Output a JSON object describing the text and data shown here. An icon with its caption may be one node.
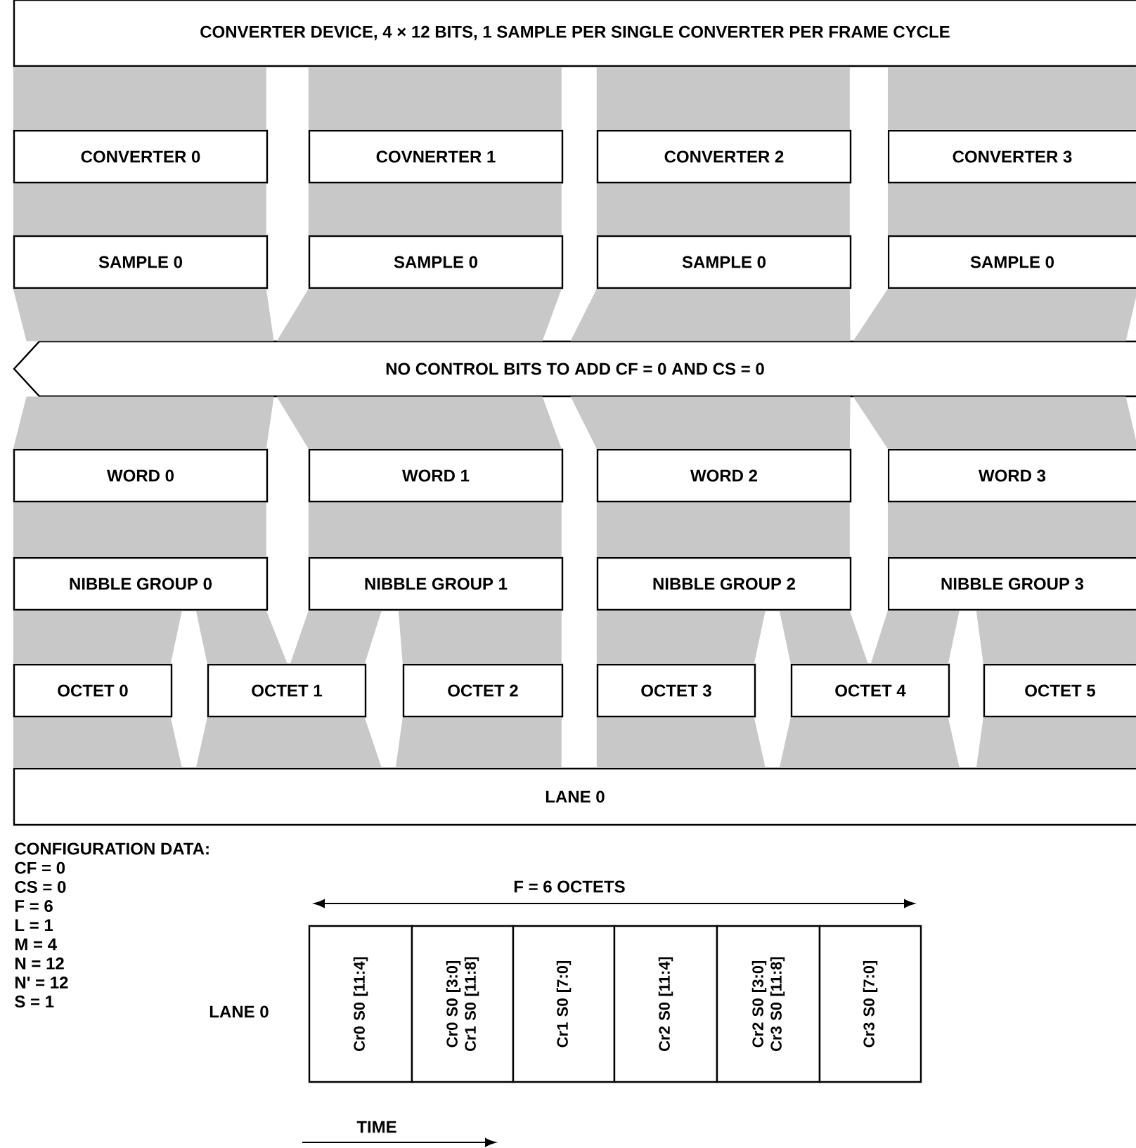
{
  "diagram": {
    "nodes": [
      {
        "text": [
          "CONVERTER DEVICE, 4 × 12 BITS, 1 SAMPLE PER SINGLE CONVERTER PER FRAME CYCLE"
        ]
      },
      {
        "text": [
          "CONVERTER 0"
        ]
      },
      {
        "text": [
          "COVNERTER 1"
        ]
      },
      {
        "text": [
          "CONVERTER 2"
        ]
      },
      {
        "text": [
          "CONVERTER 3"
        ]
      },
      {
        "text": [
          "SAMPLE 0"
        ]
      },
      {
        "text": [
          "SAMPLE 0"
        ]
      },
      {
        "text": [
          "SAMPLE 0"
        ]
      },
      {
        "text": [
          "SAMPLE 0"
        ]
      },
      {
        "text": [
          "NO CONTROL BITS TO ADD CF = 0 AND CS = 0"
        ]
      },
      {
        "text": [
          "WORD 0"
        ]
      },
      {
        "text": [
          "WORD 1"
        ]
      },
      {
        "text": [
          "WORD 2"
        ]
      },
      {
        "text": [
          "WORD 3"
        ]
      },
      {
        "text": [
          "NIBBLE GROUP 0"
        ]
      },
      {
        "text": [
          "NIBBLE GROUP 1"
        ]
      },
      {
        "text": [
          "NIBBLE GROUP 2"
        ]
      },
      {
        "text": [
          "NIBBLE GROUP 3"
        ]
      },
      {
        "text": [
          "OCTET 0"
        ]
      },
      {
        "text": [
          "OCTET 1"
        ]
      },
      {
        "text": [
          "OCTET 2"
        ]
      },
      {
        "text": [
          "OCTET 3"
        ]
      },
      {
        "text": [
          "OCTET 4"
        ]
      },
      {
        "text": [
          "OCTET 5"
        ]
      },
      {
        "text": [
          "LANE 0"
        ]
      },
      {
        "text": [
          "Cr0 S0 [11:4]"
        ]
      },
      {
        "text": [
          "Cr0 S0 [3:0] Cr1 S0 [11:8]"
        ]
      },
      {
        "text": [
          "Cr1 S0 [7:0]"
        ]
      },
      {
        "text": [
          "Cr2 S0 [11:4]"
        ]
      },
      {
        "text": [
          "Cr2 S0 [3:0] Cr3 S0 [11:8]"
        ]
      },
      {
        "text": [
          "Cr3 S0 [7:0]"
        ]
      }
    ],
    "edges": [
      {
        "from": 0,
        "to": 1,
        "arrow": "none"
      },
      {
        "from": 0,
        "to": 2,
        "arrow": "none"
      },
      {
        "from": 0,
        "to": 3,
        "arrow": "none"
      },
      {
        "from": 0,
        "to": 4,
        "arrow": "none"
      },
      {
        "from": 1,
        "to": 5,
        "arrow": "none"
      },
      {
        "from": 2,
        "to": 6,
        "arrow": "none"
      },
      {
        "from": 3,
        "to": 7,
        "arrow": "none"
      },
      {
        "from": 4,
        "to": 8,
        "arrow": "none"
      },
      {
        "from": 5,
        "to": 9,
        "arrow": "none"
      },
      {
        "from": 6,
        "to": 9,
        "arrow": "none"
      },
      {
        "from": 7,
        "to": 9,
        "arrow": "none"
      },
      {
        "from": 8,
        "to": 9,
        "arrow": "none"
      },
      {
        "from": 9,
        "to": 10,
        "arrow": "none"
      },
      {
        "from": 9,
        "to": 11,
        "arrow": "none"
      },
      {
        "from": 9,
        "to": 12,
        "arrow": "none"
      },
      {
        "from": 9,
        "to": 13,
        "arrow": "none"
      },
      {
        "from": 10,
        "to": 14,
        "arrow": "none"
      },
      {
        "from": 11,
        "to": 15,
        "arrow": "none"
      },
      {
        "from": 12,
        "to": 16,
        "arrow": "none"
      },
      {
        "from": 13,
        "to": 17,
        "arrow": "none"
      },
      {
        "from": 14,
        "to": 18,
        "arrow": "none"
      },
      {
        "from": 14,
        "to": 19,
        "arrow": "none"
      },
      {
        "from": 15,
        "to": 19,
        "arrow": "none"
      },
      {
        "from": 15,
        "to": 20,
        "arrow": "none"
      },
      {
        "from": 16,
        "to": 21,
        "arrow": "none"
      },
      {
        "from": 16,
        "to": 22,
        "arrow": "none"
      },
      {
        "from": 17,
        "to": 22,
        "arrow": "none"
      },
      {
        "from": 17,
        "to": 23,
        "arrow": "none"
      },
      {
        "from": 18,
        "to": 24,
        "arrow": "none"
      },
      {
        "from": 19,
        "to": 24,
        "arrow": "none"
      },
      {
        "from": 20,
        "to": 24,
        "arrow": "none"
      },
      {
        "from": 21,
        "to": 24,
        "arrow": "none"
      },
      {
        "from": 22,
        "to": 24,
        "arrow": "none"
      },
      {
        "from": 23,
        "to": 24,
        "arrow": "none"
      }
    ],
    "labels": [
      "CONFIGURATION DATA:",
      "CF = 0",
      "CS = 0",
      "F = 6",
      "L = 1",
      "M = 4",
      "N = 12",
      "N' = 12",
      "S = 1",
      "F = 6 OCTETS",
      "LANE 0",
      "TIME"
    ]
  }
}
